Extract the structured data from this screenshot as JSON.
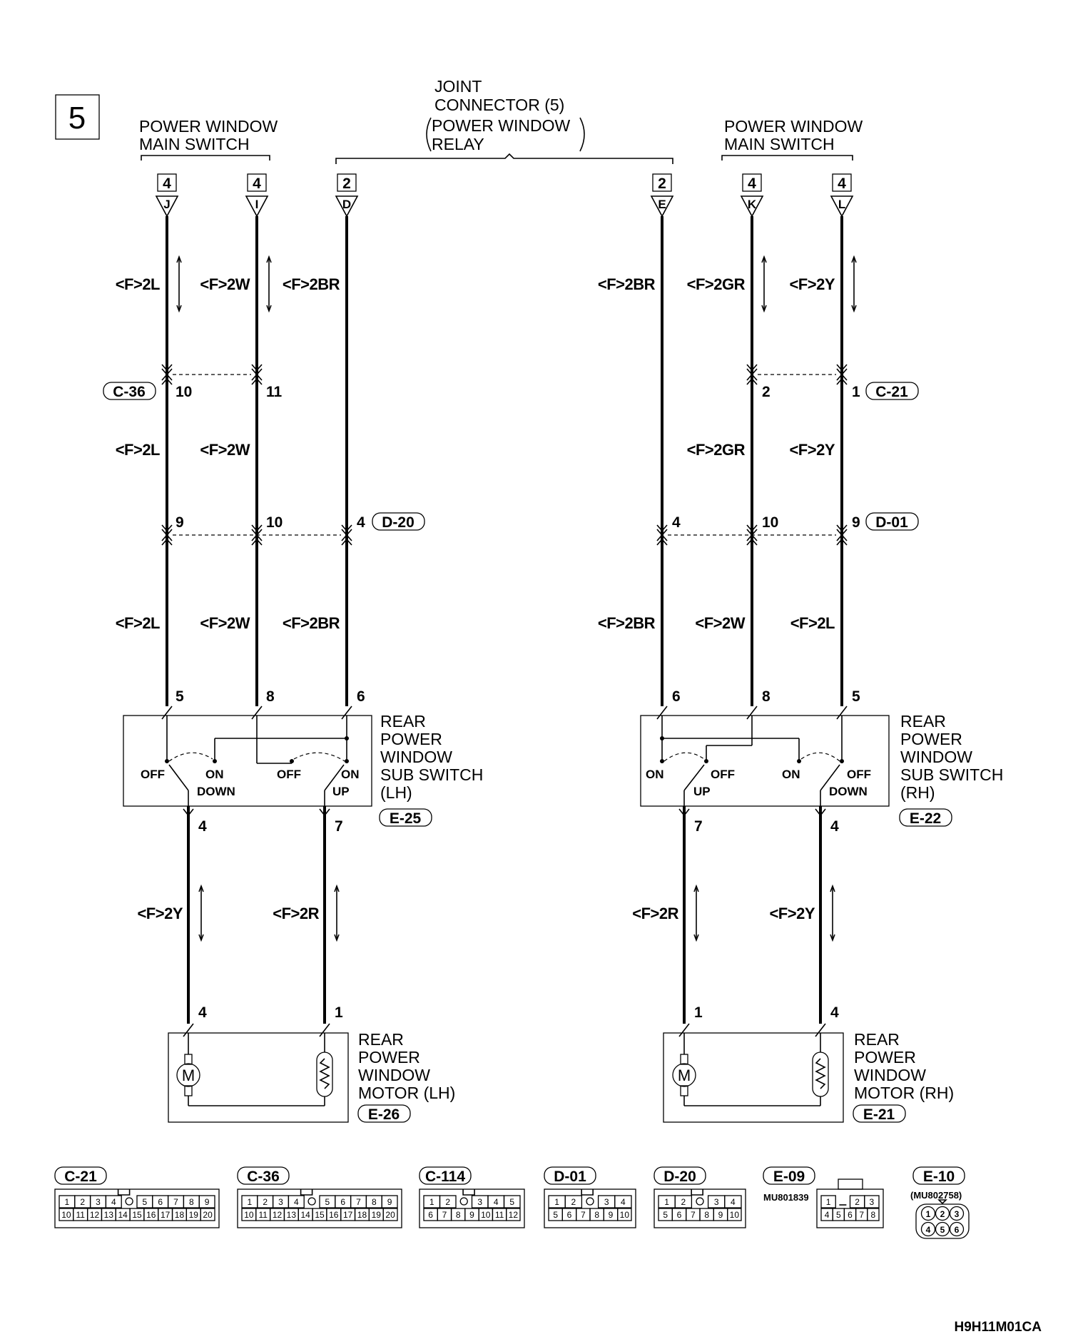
{
  "section": "5",
  "figure_code": "H9H11M01CA",
  "colors": {
    "line": "#000000",
    "background": "#ffffff"
  },
  "header": {
    "main_switch_left": [
      "POWER WINDOW",
      "MAIN SWITCH"
    ],
    "joint_connector": [
      "JOINT",
      "CONNECTOR (5)",
      "POWER WINDOW",
      "RELAY"
    ],
    "main_switch_right": [
      "POWER WINDOW",
      "MAIN SWITCH"
    ]
  },
  "terminals": [
    {
      "no": "4",
      "letter": "J"
    },
    {
      "no": "4",
      "letter": "I"
    },
    {
      "no": "2",
      "letter": "D"
    },
    {
      "no": "2",
      "letter": "E"
    },
    {
      "no": "4",
      "letter": "K"
    },
    {
      "no": "4",
      "letter": "L"
    }
  ],
  "wires": {
    "top": [
      "<F>2L",
      "<F>2W",
      "<F>2BR",
      "<F>2BR",
      "<F>2GR",
      "<F>2Y"
    ],
    "mid": [
      "<F>2L",
      "<F>2W",
      "<F>2GR",
      "<F>2Y"
    ],
    "low": [
      "<F>2L",
      "<F>2W",
      "<F>2BR",
      "<F>2BR",
      "<F>2W",
      "<F>2L"
    ],
    "motor": [
      "<F>2Y",
      "<F>2R",
      "<F>2R",
      "<F>2Y"
    ]
  },
  "connectors": {
    "c36": {
      "code": "C-36",
      "pins": [
        "10",
        "11"
      ]
    },
    "c21": {
      "code": "C-21",
      "pins": [
        "2",
        "1"
      ]
    },
    "d20": {
      "code": "D-20",
      "pins": [
        "9",
        "10",
        "4"
      ]
    },
    "d01": {
      "code": "D-01",
      "pins": [
        "4",
        "10",
        "9"
      ]
    }
  },
  "sub_switch_lh": {
    "name": [
      "REAR",
      "POWER",
      "WINDOW",
      "SUB SWITCH",
      "(LH)"
    ],
    "code": "E-25",
    "pins_top": [
      "5",
      "8",
      "6"
    ],
    "pins_bottom": [
      "4",
      "7"
    ],
    "labels": [
      "OFF",
      "ON",
      "DOWN",
      "OFF",
      "ON",
      "UP"
    ]
  },
  "sub_switch_rh": {
    "name": [
      "REAR",
      "POWER",
      "WINDOW",
      "SUB SWITCH",
      "(RH)"
    ],
    "code": "E-22",
    "pins_top": [
      "6",
      "8",
      "5"
    ],
    "pins_bottom": [
      "7",
      "4"
    ],
    "labels": [
      "ON",
      "OFF",
      "UP",
      "ON",
      "OFF",
      "DOWN"
    ]
  },
  "motor_lh": {
    "name": [
      "REAR",
      "POWER",
      "WINDOW",
      "MOTOR (LH)"
    ],
    "code": "E-26",
    "pins": [
      "4",
      "1"
    ],
    "symbol": "M"
  },
  "motor_rh": {
    "name": [
      "REAR",
      "POWER",
      "WINDOW",
      "MOTOR (RH)"
    ],
    "code": "E-21",
    "pins": [
      "1",
      "4"
    ],
    "symbol": "M"
  },
  "legend": [
    {
      "code": "C-21",
      "rows": [
        [
          "1",
          "2",
          "3",
          "4",
          "",
          "5",
          "6",
          "7",
          "8",
          "9"
        ],
        [
          "10",
          "11",
          "12",
          "13",
          "14",
          "15",
          "16",
          "17",
          "18",
          "19",
          "20"
        ]
      ]
    },
    {
      "code": "C-36",
      "rows": [
        [
          "1",
          "2",
          "3",
          "4",
          "",
          "5",
          "6",
          "7",
          "8",
          "9"
        ],
        [
          "10",
          "11",
          "12",
          "13",
          "14",
          "15",
          "16",
          "17",
          "18",
          "19",
          "20"
        ]
      ]
    },
    {
      "code": "C-114",
      "rows": [
        [
          "1",
          "2",
          "",
          "3",
          "4",
          "5"
        ],
        [
          "6",
          "7",
          "8",
          "9",
          "10",
          "11",
          "12"
        ]
      ]
    },
    {
      "code": "D-01",
      "rows": [
        [
          "1",
          "2",
          "",
          "3",
          "4"
        ],
        [
          "5",
          "6",
          "7",
          "8",
          "9",
          "10"
        ]
      ]
    },
    {
      "code": "D-20",
      "rows": [
        [
          "1",
          "2",
          "",
          "3",
          "4"
        ],
        [
          "5",
          "6",
          "7",
          "8",
          "9",
          "10"
        ]
      ]
    },
    {
      "code": "E-09",
      "part": "MU801839",
      "rows": [
        [
          "1",
          "",
          "2",
          "3"
        ],
        [
          "4",
          "5",
          "6",
          "7",
          "8"
        ]
      ]
    },
    {
      "code": "E-10",
      "part": "(MU802758)",
      "rows": [
        [
          "1",
          "2",
          "3"
        ],
        [
          "4",
          "5",
          "6"
        ]
      ]
    }
  ]
}
